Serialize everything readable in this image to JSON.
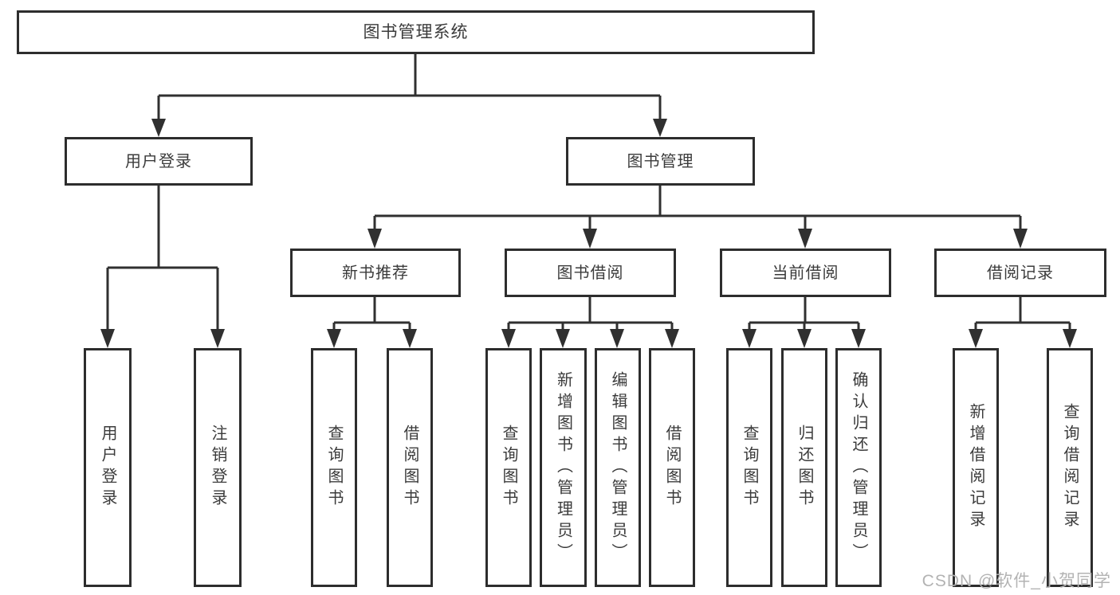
{
  "diagram": {
    "root": {
      "label": "图书管理系统"
    },
    "branches": [
      {
        "label": "用户登录",
        "children": [
          {
            "label": "用户登录"
          },
          {
            "label": "注销登录"
          }
        ]
      },
      {
        "label": "图书管理",
        "children": [
          {
            "label": "新书推荐",
            "children": [
              {
                "label": "查询图书"
              },
              {
                "label": "借阅图书"
              }
            ]
          },
          {
            "label": "图书借阅",
            "children": [
              {
                "label": "查询图书"
              },
              {
                "label": "新增图书（管理员）"
              },
              {
                "label": "编辑图书（管理员）"
              },
              {
                "label": "借阅图书"
              }
            ]
          },
          {
            "label": "当前借阅",
            "children": [
              {
                "label": "查询图书"
              },
              {
                "label": "归还图书"
              },
              {
                "label": "确认归还（管理员）"
              }
            ]
          },
          {
            "label": "借阅记录",
            "children": [
              {
                "label": "新增借阅记录"
              },
              {
                "label": "查询借阅记录"
              }
            ]
          }
        ]
      }
    ]
  },
  "watermark": {
    "text": "CSDN @软件_小贺同学"
  },
  "colors": {
    "line": "#303030",
    "border": "#2d2d2d",
    "text": "#3b3b3b",
    "watermark": "#b3b3b3",
    "background": "#ffffff"
  }
}
